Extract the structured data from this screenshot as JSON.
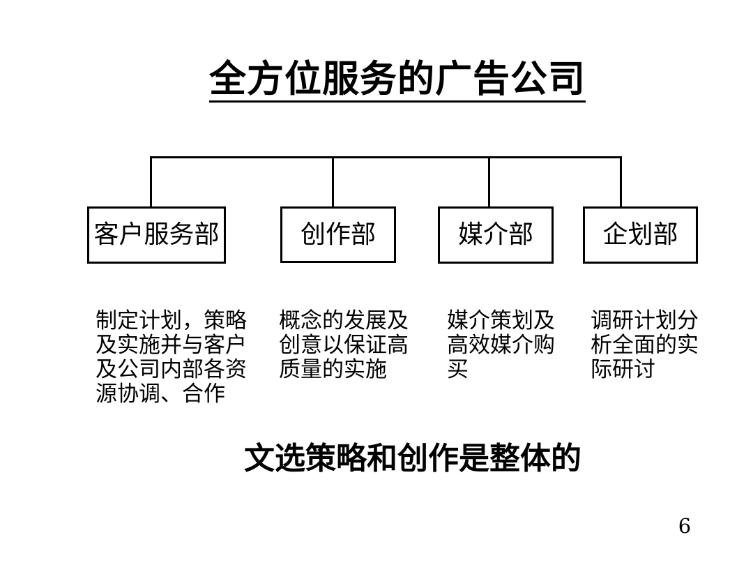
{
  "slide": {
    "title": "全方位服务的广告公司",
    "org_chart": {
      "departments": [
        {
          "name": "客户服务部",
          "description": [
            "制定计划，策略",
            "及实施并与客户",
            "及公司内部各资",
            "源协调、合作"
          ]
        },
        {
          "name": "创作部",
          "description": [
            "概念的发展及",
            "创意以保证高",
            "质量的实施"
          ]
        },
        {
          "name": "媒介部",
          "description": [
            "媒介策划及",
            "高效媒介购",
            "买"
          ]
        },
        {
          "name": "企划部",
          "description": [
            "调研计划分",
            "析全面的实",
            "际研讨"
          ]
        }
      ],
      "line_color": "#000000"
    },
    "footer_note": "文选策略和创作是整体的",
    "page_number": "6",
    "background_color": "#ffffff"
  }
}
